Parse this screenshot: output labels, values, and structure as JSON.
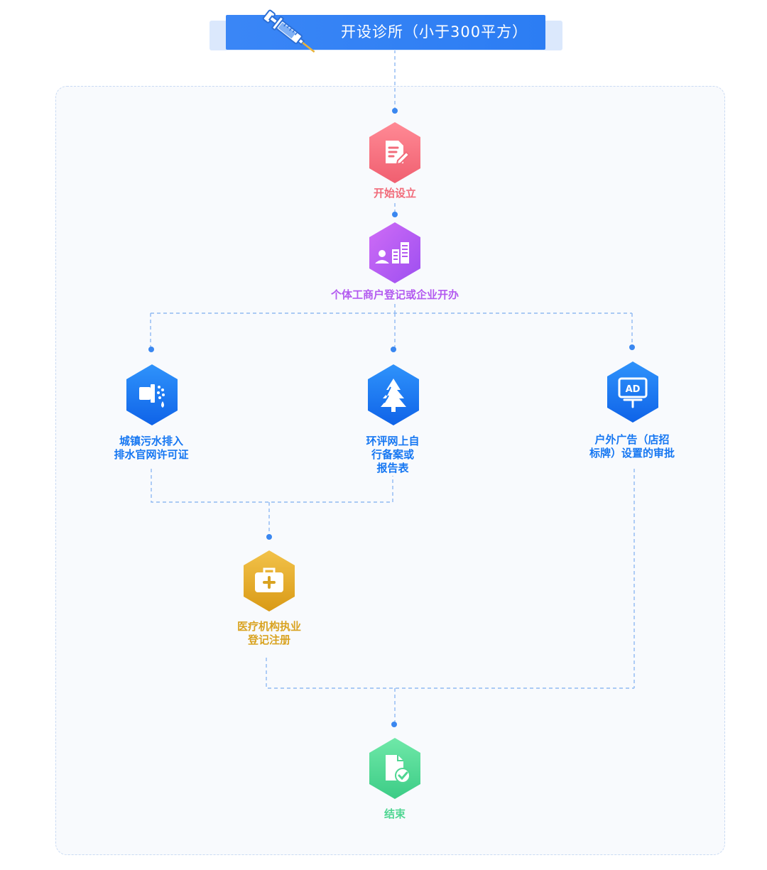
{
  "header": {
    "title": "开设诊所（小于300平方）"
  },
  "nodes": {
    "start": {
      "label": "开始设立",
      "color": "#f16b7a",
      "icon": "document-pen-icon"
    },
    "register": {
      "label": "个体工商户登记或企业开办",
      "color": "#b35af0",
      "icon": "person-building-icon"
    },
    "drainage": {
      "label": "城镇污水排入\n排水官网许可证",
      "color": "#1677f2",
      "icon": "drainage-icon"
    },
    "environment": {
      "label": "环评网上自\n行备案或\n报告表",
      "color": "#1677f2",
      "icon": "tree-icon"
    },
    "outdoor_ad": {
      "label": "户外广告（店招\n标牌）设置的审批",
      "color": "#1677f2",
      "icon": "ad-board-icon",
      "icon_text": "AD"
    },
    "medical": {
      "label": "医疗机构执业\n登记注册",
      "color": "#d9a321",
      "icon": "medical-kit-icon"
    },
    "end": {
      "label": "结束",
      "color": "#4fd692",
      "icon": "document-check-icon"
    }
  }
}
